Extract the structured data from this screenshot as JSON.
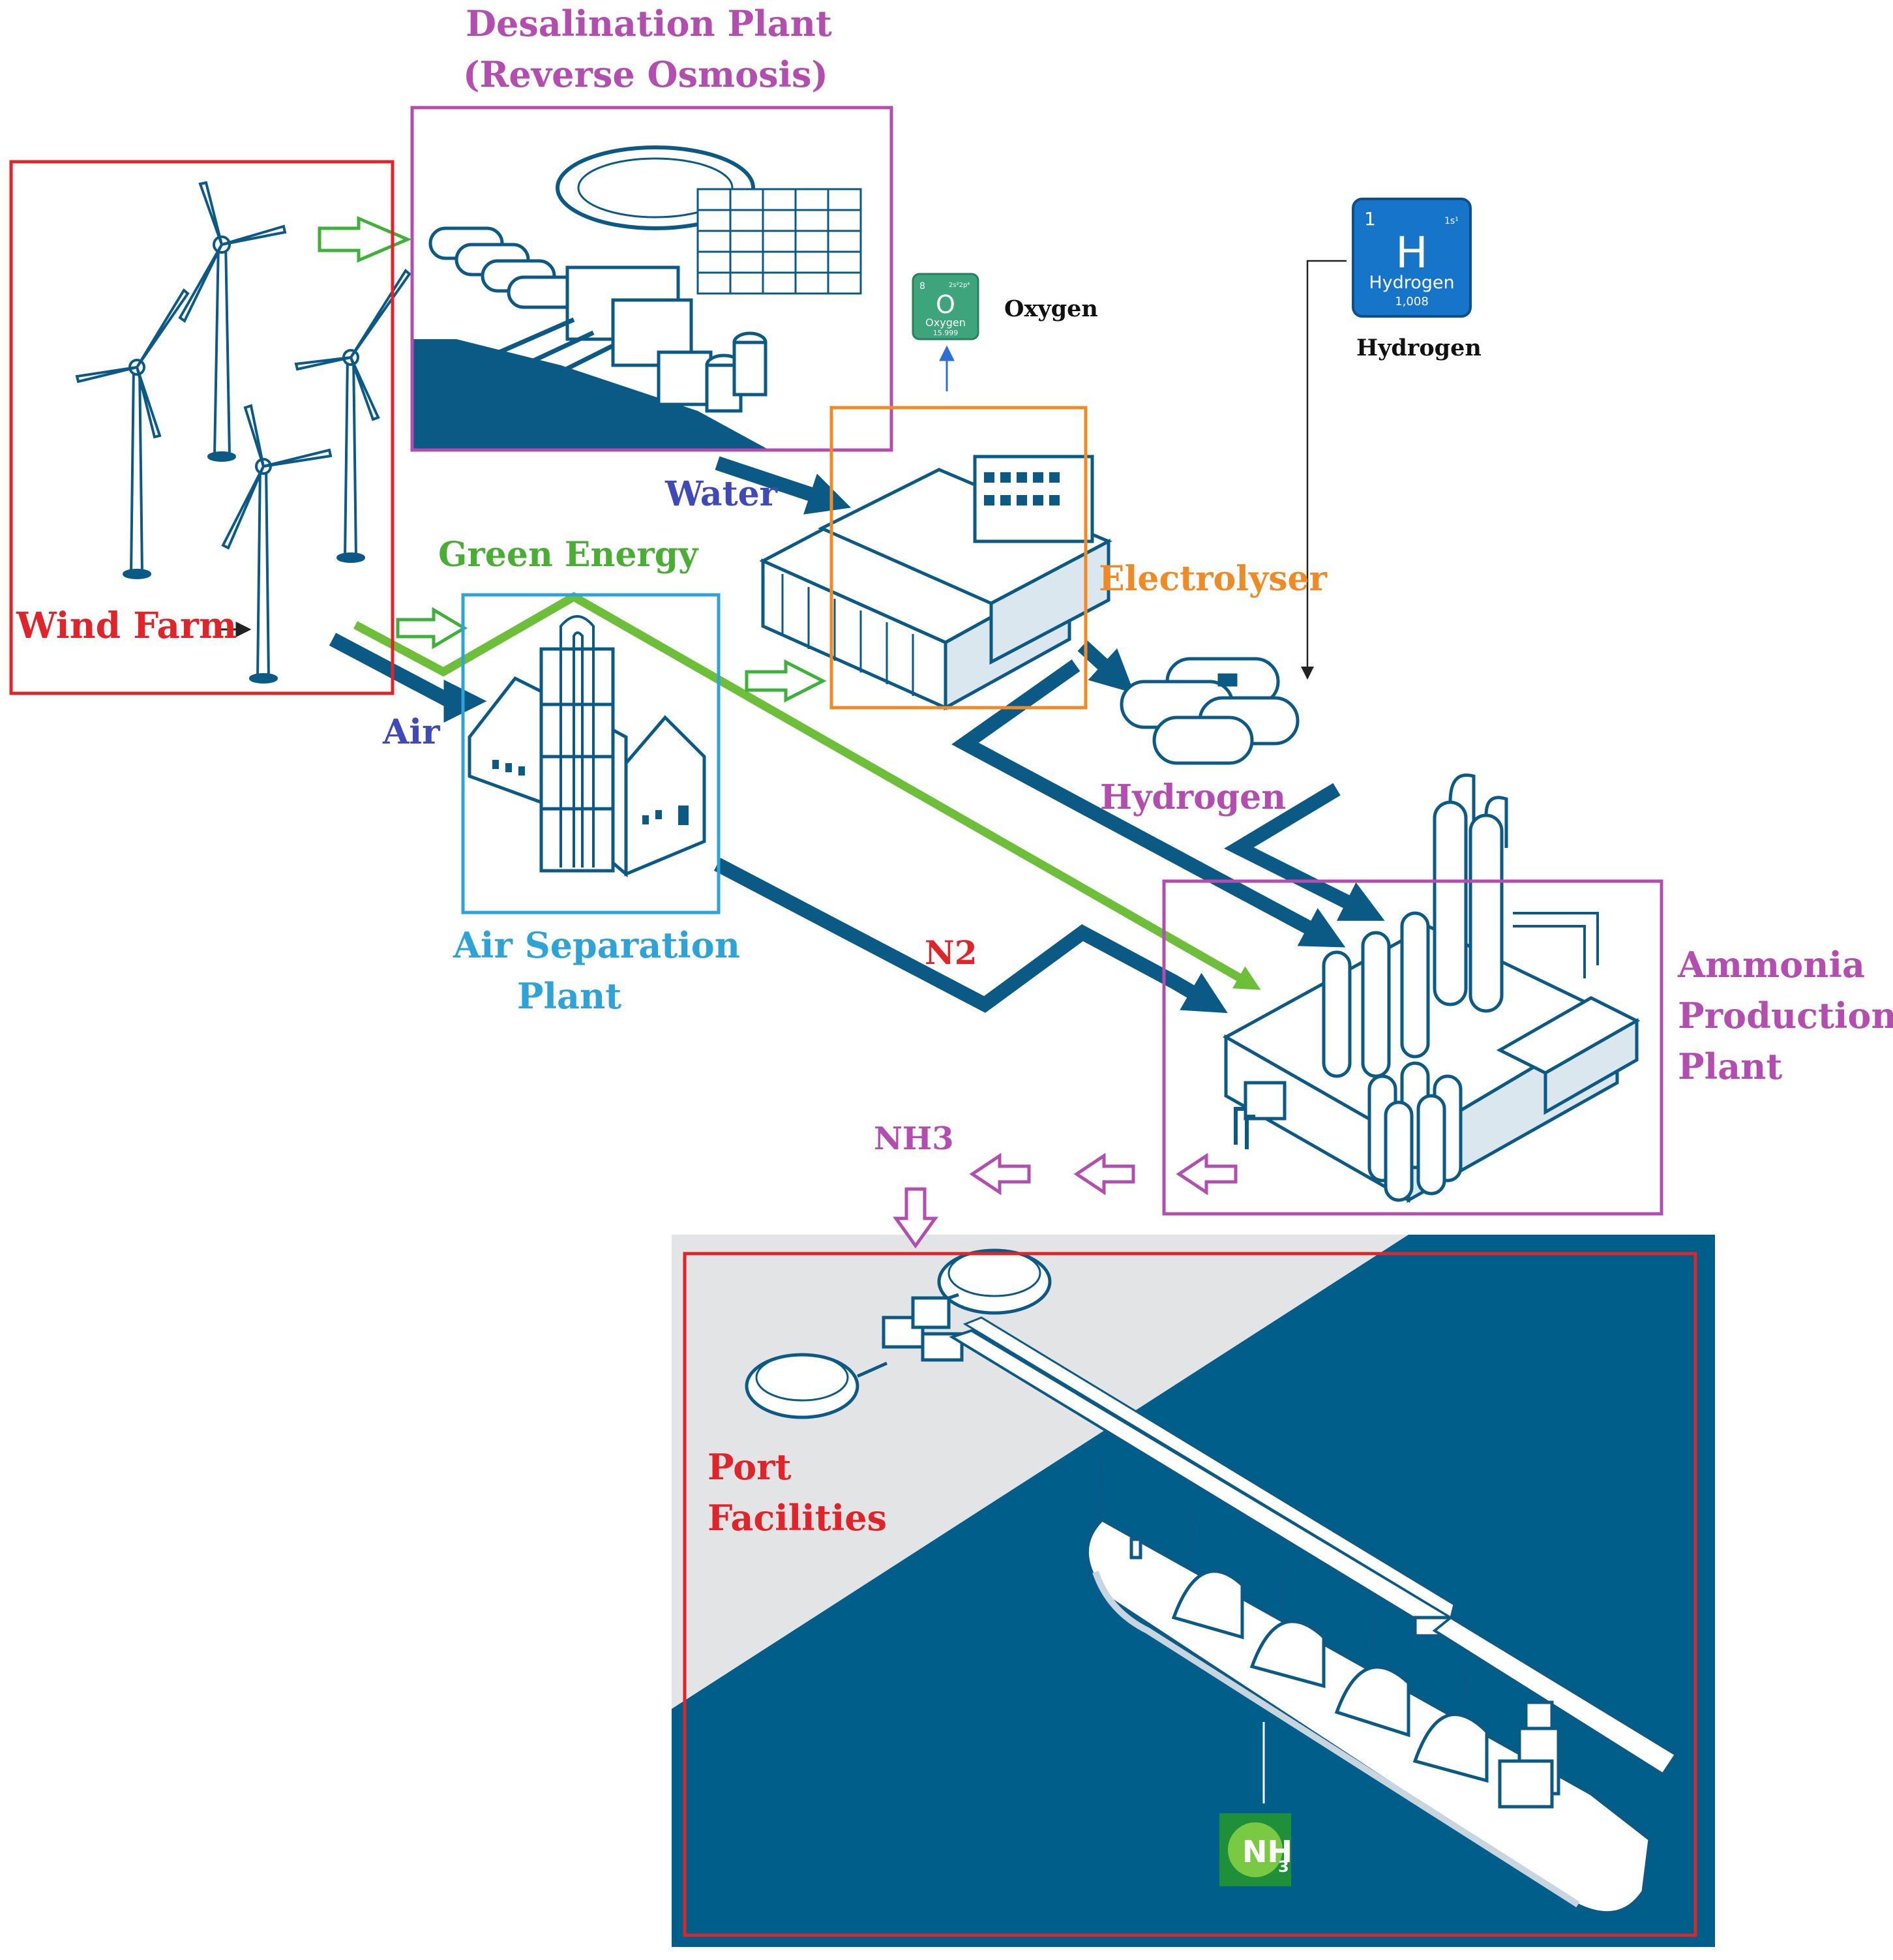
{
  "labels": {
    "desal_line1": "Desalination Plant",
    "desal_line2": "(Reverse Osmosis)",
    "wind_farm": "Wind Farm",
    "oxygen": "Oxygen",
    "hydrogen_top": "Hydrogen",
    "water": "Water",
    "green_energy": "Green Energy",
    "electrolyser": "Electrolyser",
    "air": "Air",
    "hydrogen_mid": "Hydrogen",
    "air_sep_line1": "Air Separation",
    "air_sep_line2": "Plant",
    "n2": "N2",
    "ammonia_line1": "Ammonia",
    "ammonia_line2": "Production",
    "ammonia_line3": "Plant",
    "nh3": "NH3",
    "port_line1": "Port",
    "port_line2": "Facilities"
  },
  "element_tiles": {
    "oxygen": {
      "number": "8",
      "config": "2s²2p⁴",
      "symbol": "O",
      "name": "Oxygen",
      "mass": "15.999"
    },
    "hydrogen": {
      "number": "1",
      "config": "1s¹",
      "symbol": "H",
      "name": "Hydrogen",
      "mass": "1,008"
    }
  },
  "nh3_badge": {
    "text": "NH",
    "subscript": "3"
  },
  "colors": {
    "pipe_blue": "#0b5a86",
    "green_energy": "#6dbf3a",
    "red_box": "#e0242a",
    "purple_box": "#b34db0",
    "orange_box": "#f08a24",
    "cyan_box": "#2ea3d8",
    "water_blue": "#3f49b8",
    "sea": "#005f8a"
  }
}
